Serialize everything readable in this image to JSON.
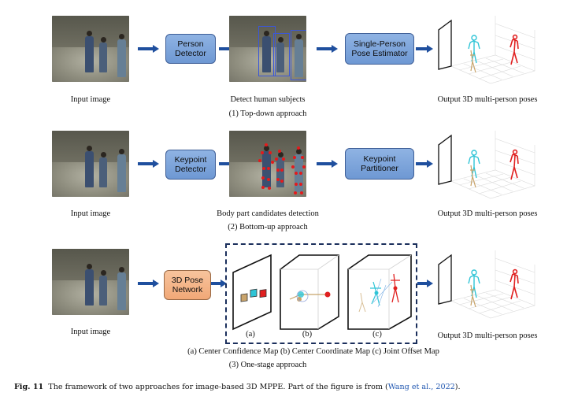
{
  "rows": [
    {
      "input_label": "Input image",
      "step1": "Person\nDetector",
      "middle_label": "Detect human subjects",
      "step2": "Single-Person\nPose Estimator",
      "output_label": "Output 3D multi-person poses",
      "approach": "(1) Top-down approach"
    },
    {
      "input_label": "Input image",
      "step1": "Keypoint\nDetector",
      "middle_label": "Body part candidates detection",
      "step2": "Keypoint\nPartitioner",
      "output_label": "Output 3D multi-person poses",
      "approach": "(2) Bottom-up approach"
    },
    {
      "input_label": "Input image",
      "step1": "3D Pose\nNetwork",
      "output_label": "Output 3D multi-person poses",
      "maps_label": "(a) Center Confidence Map (b) Center Coordinate Map (c) Joint Offset Map",
      "approach": "(3) One-stage approach",
      "panel_labels": [
        "(a)",
        "(b)",
        "(c)"
      ]
    }
  ],
  "caption": {
    "fig": "Fig. 11",
    "text": "The framework of two approaches for image-based 3D MPPE. Part of the figure is from (",
    "cite": "Wang et al., 2022",
    "end": ")."
  },
  "colors": {
    "box_blue": "#7ba3da",
    "box_orange": "#f3b589",
    "arrow": "#1f4f9e",
    "pose_cyan": "#2ec4d6",
    "pose_red": "#e02020",
    "pose_tan": "#c8a46a",
    "dash_border": "#1b2f5c",
    "keypoint": "#e41a1c"
  }
}
